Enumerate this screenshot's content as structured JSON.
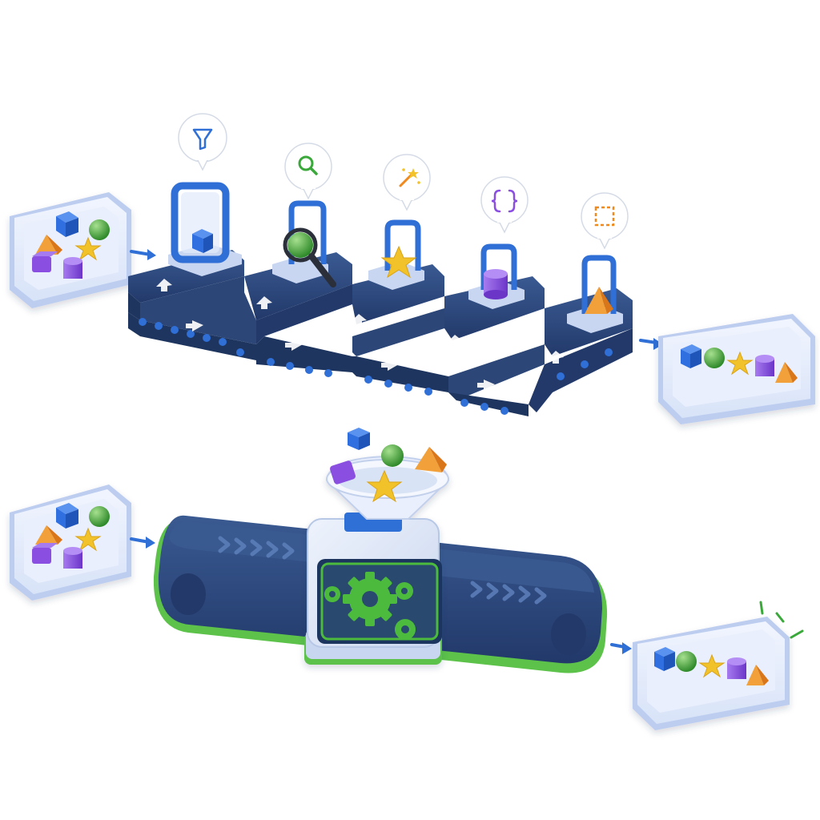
{
  "colors": {
    "background": "#ffffff",
    "belt_navy": "#2b4677",
    "belt_dark": "#1e355f",
    "station_blue": "#2f6fd6",
    "tray_fill": "#e6edfb",
    "tray_edge": "#bccdf0",
    "cube_blue": "#2f6fe0",
    "sphere_green": "#4caf3c",
    "star_yellow": "#f2c22b",
    "cylinder_purple": "#8a4fe0",
    "pyramid_orange": "#f08a1f",
    "gear_green": "#4cba3c",
    "machine_body": "#dde6f7",
    "arrow_blue": "#2f6fd6",
    "accent_green": "#5cc24a"
  },
  "pipeline_top": {
    "input_tray": [
      "cube",
      "sphere",
      "pyramid",
      "star",
      "cube-purple",
      "cylinder"
    ],
    "stages": [
      {
        "name": "filter",
        "icon": "funnel-icon",
        "item": "cube"
      },
      {
        "name": "inspect",
        "icon": "magnifier-icon",
        "item": "sphere"
      },
      {
        "name": "enhance",
        "icon": "magic-wand-icon",
        "item": "star"
      },
      {
        "name": "structure",
        "icon": "braces-icon",
        "item": "cylinder"
      },
      {
        "name": "select",
        "icon": "dashed-selection-icon",
        "item": "pyramid"
      }
    ],
    "output_tray": [
      "cube",
      "sphere",
      "star",
      "cylinder",
      "pyramid"
    ]
  },
  "pipeline_bottom": {
    "input_tray": [
      "cube",
      "sphere",
      "pyramid",
      "star",
      "cube-purple",
      "cylinder"
    ],
    "hopper_items": [
      "cube",
      "sphere",
      "pyramid",
      "cube-purple",
      "star"
    ],
    "machine": {
      "icon": "gears-icon"
    },
    "output_tray": [
      "cube",
      "sphere",
      "star",
      "cylinder",
      "pyramid"
    ]
  }
}
